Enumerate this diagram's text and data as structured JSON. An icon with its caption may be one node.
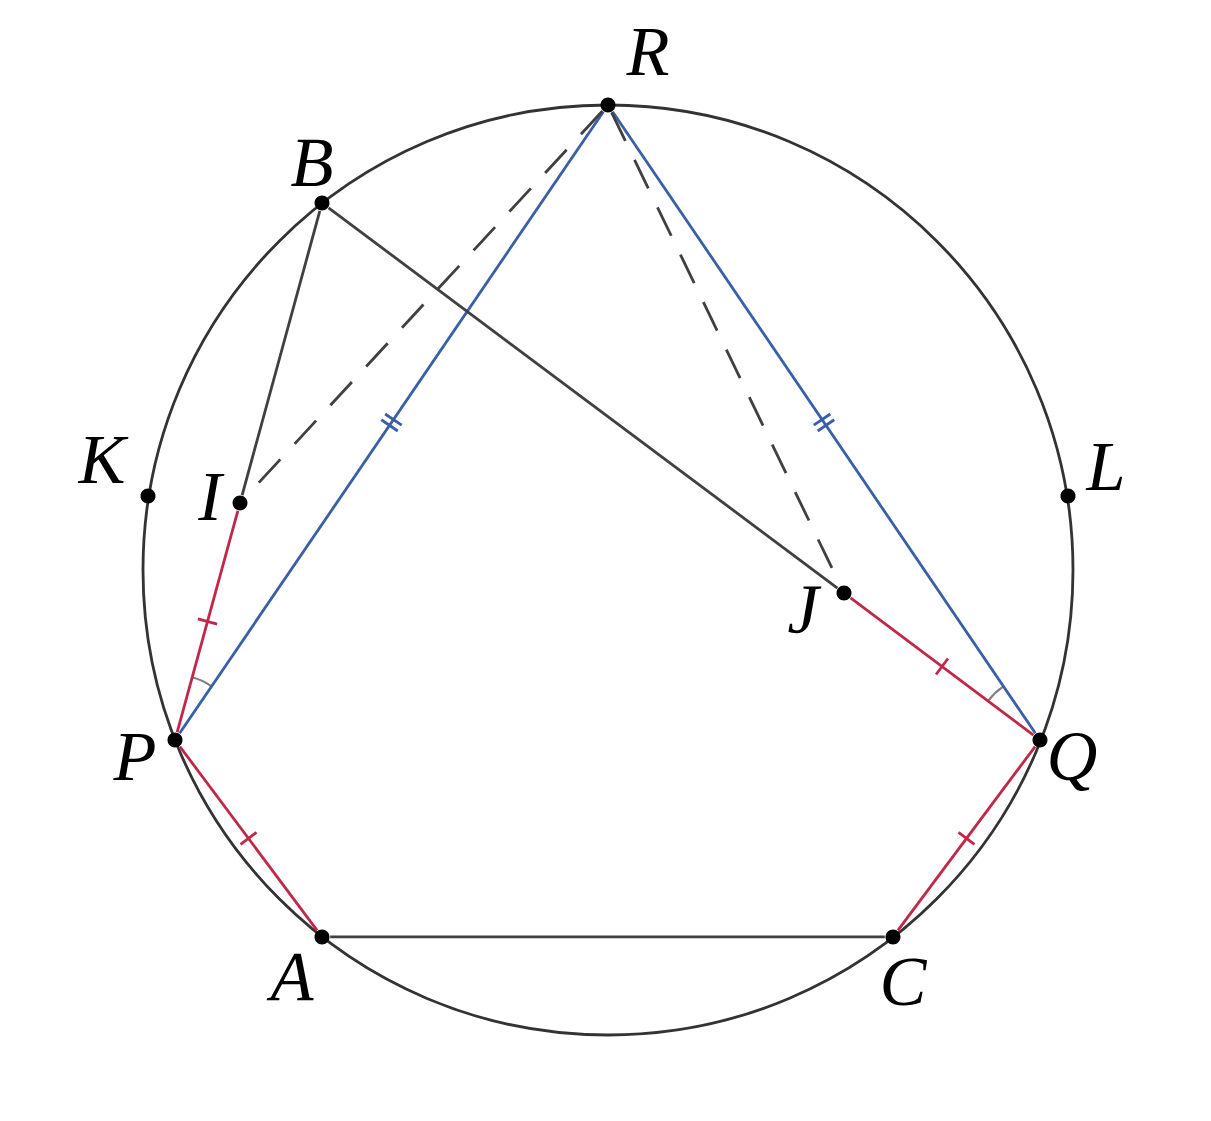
{
  "diagram": {
    "nodes": [
      {
        "text": [],
        "shape": "circle",
        "beside": [
          "R"
        ]
      },
      {
        "text": [],
        "shape": "circle",
        "beside": [
          "B"
        ]
      },
      {
        "text": [],
        "shape": "circle",
        "beside": [
          "K"
        ]
      },
      {
        "text": [],
        "shape": "circle",
        "beside": [
          "I"
        ]
      },
      {
        "text": [],
        "shape": "circle",
        "beside": [
          "L"
        ]
      },
      {
        "text": [],
        "shape": "circle",
        "beside": [
          "J"
        ]
      },
      {
        "text": [],
        "shape": "circle",
        "beside": [
          "P"
        ]
      },
      {
        "text": [],
        "shape": "circle",
        "beside": [
          "Q"
        ]
      },
      {
        "text": [],
        "shape": "circle",
        "beside": [
          "A"
        ]
      },
      {
        "text": [],
        "shape": "circle",
        "beside": [
          "C"
        ]
      }
    ],
    "edges": [
      {
        "from": 1,
        "to": 3,
        "arrow": "none"
      },
      {
        "from": 3,
        "to": 6,
        "arrow": "none",
        "color": "#c0284a"
      },
      {
        "from": 6,
        "to": 0,
        "arrow": "none",
        "color": "#3a5fa8"
      },
      {
        "from": 0,
        "to": 7,
        "arrow": "none",
        "color": "#3a5fa8"
      },
      {
        "from": 0,
        "to": 3,
        "arrow": "none",
        "style": "dashed"
      },
      {
        "from": 0,
        "to": 5,
        "arrow": "none",
        "style": "dashed"
      },
      {
        "from": 1,
        "to": 5,
        "arrow": "none"
      },
      {
        "from": 5,
        "to": 7,
        "arrow": "none",
        "color": "#c0284a"
      },
      {
        "from": 6,
        "to": 8,
        "arrow": "none",
        "color": "#c0284a"
      },
      {
        "from": 8,
        "to": 9,
        "arrow": "none"
      },
      {
        "from": 9,
        "to": 7,
        "arrow": "none",
        "color": "#c0284a"
      }
    ]
  }
}
